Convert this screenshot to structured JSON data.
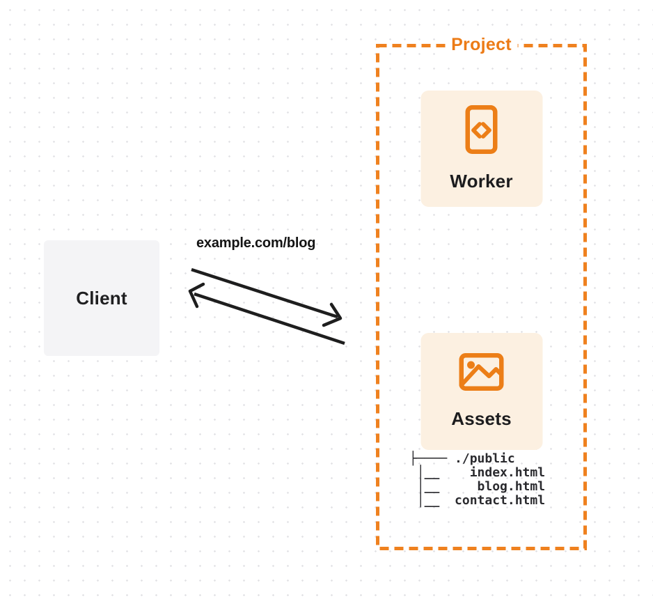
{
  "canvas": {
    "background_color": "#ffffff",
    "dot_grid_color": "#e3e3e6"
  },
  "client": {
    "label": "Client",
    "background_color": "#f4f4f6"
  },
  "request": {
    "label": "example.com/blog",
    "arrow_color": "#1e1e1e",
    "arrows": [
      "client-to-project",
      "project-to-client"
    ]
  },
  "project": {
    "label": "Project",
    "accent_color": "#ef811f",
    "card_background_color": "#fcf0e1",
    "worker": {
      "label": "Worker",
      "icon": "code-file-icon"
    },
    "assets": {
      "label": "Assets",
      "icon": "image-icon",
      "file_tree_text": "├──── ./public\n │__    index.html\n │__     blog.html\n │__  contact.html"
    }
  }
}
